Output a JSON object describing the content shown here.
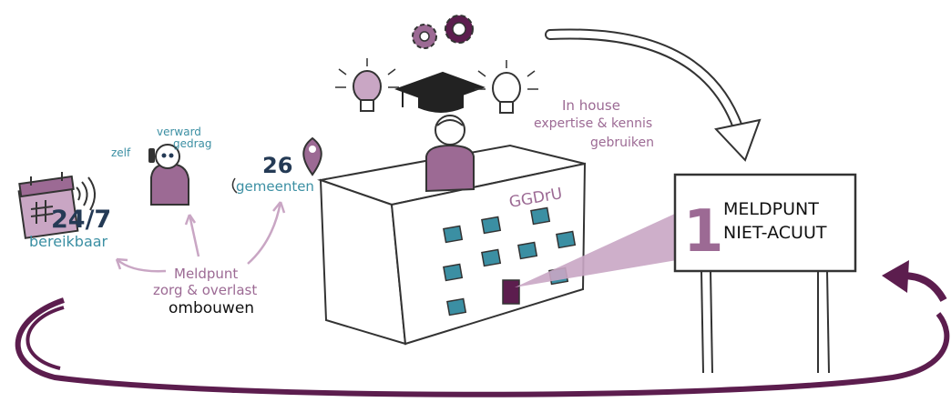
{
  "colors": {
    "purple_dark": "#5c1d4e",
    "purple_mid": "#9c6a94",
    "purple_light": "#c9a6c4",
    "blue": "#3b8fa3",
    "navy": "#243a55",
    "ink": "#333333"
  },
  "icons": [
    "calendar-icon",
    "wifi-signal-icon",
    "phone-person-icon",
    "location-pin-icon",
    "gears-icon",
    "lightbulb-icon",
    "graduation-cap-icon",
    "person-icon",
    "building-icon",
    "signboard-icon",
    "curved-arrow-icon"
  ],
  "left": {
    "availability_number": "24/7",
    "availability_label": "bereikbaar",
    "caller_self": "zelf",
    "caller_behavior_line1": "verward",
    "caller_behavior_line2": "gedrag",
    "municipalities_number": "26",
    "municipalities_label": "gemeenten",
    "center_line1": "Meldpunt",
    "center_line2": "zorg & overlast",
    "center_line3": "ombouwen"
  },
  "building": {
    "label": "GGDrU"
  },
  "expertise": {
    "line1": "In house",
    "line2": "expertise & kennis",
    "line3": "gebruiken"
  },
  "sign": {
    "number": "1",
    "line1": "MELDPUNT",
    "line2": "NIET-ACUUT"
  }
}
